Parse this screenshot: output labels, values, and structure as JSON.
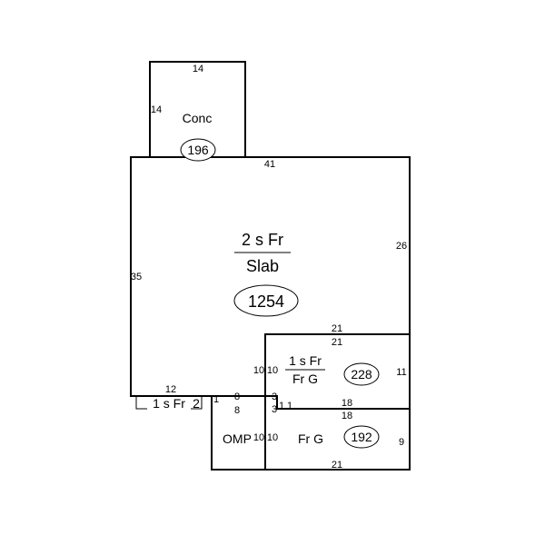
{
  "areas": {
    "conc": {
      "label": "Conc",
      "area": "196"
    },
    "main": {
      "label_top": "2 s Fr",
      "label_bottom": "Slab",
      "area": "1254"
    },
    "upper_garage": {
      "label_top": "1 s Fr",
      "label_bottom": "Fr G",
      "area": "228"
    },
    "lower_garage": {
      "label": "Fr G",
      "area": "192"
    },
    "small_strip": {
      "label": "1 s Fr",
      "width_right": "2"
    },
    "porch": {
      "label": "OMP"
    }
  },
  "dimensions": {
    "conc_top": "14",
    "conc_left": "14",
    "main_top": "41",
    "main_left": "35",
    "main_right": "26",
    "strip_top": "12",
    "strip_right_1": "1",
    "porch_top_a": "8",
    "porch_top_b": "8",
    "notch_a": "3",
    "notch_b": "3",
    "notch_c": "1",
    "notch_d": "1",
    "upper_garage_top_a": "21",
    "upper_garage_top_b": "21",
    "upper_garage_left_a": "10",
    "upper_garage_left_b": "10",
    "upper_garage_right": "11",
    "garage_divider_a": "18",
    "garage_divider_b": "18",
    "lower_garage_left_a": "10",
    "lower_garage_left_b": "10",
    "lower_garage_right": "9",
    "bottom": "21"
  }
}
